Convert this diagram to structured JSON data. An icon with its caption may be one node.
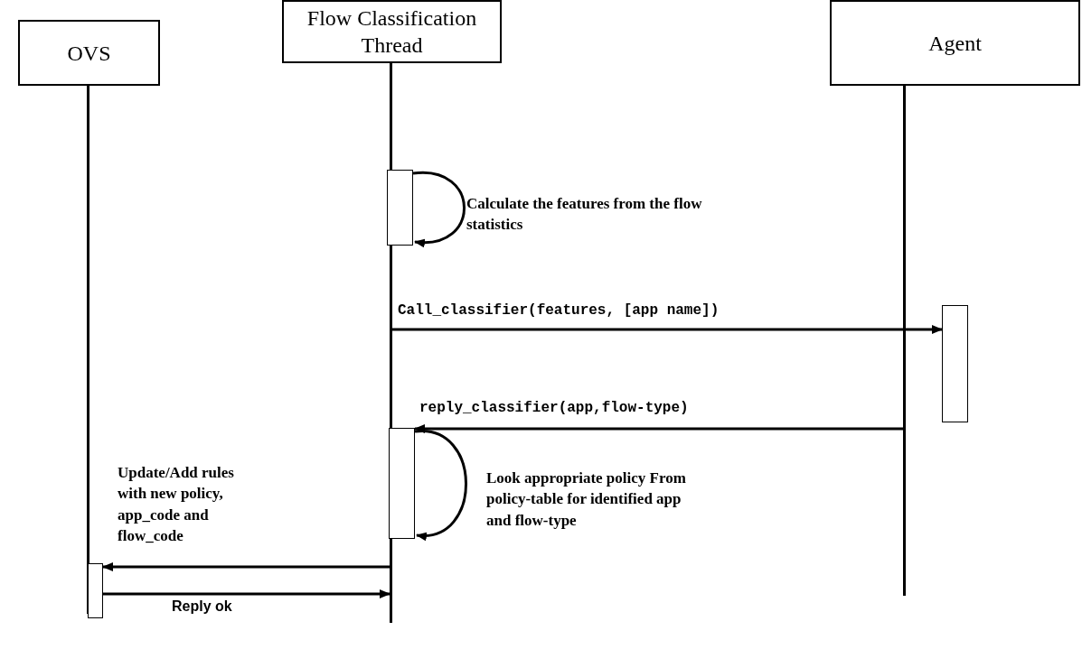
{
  "diagram": {
    "nodes": [
      {
        "text": [
          "OVS"
        ]
      },
      {
        "text": [
          "Flow Classification Thread"
        ]
      },
      {
        "text": [
          "Agent"
        ]
      },
      {
        "text": [],
        "shape": "line"
      },
      {
        "text": [],
        "shape": "line"
      },
      {
        "text": [],
        "shape": "line"
      },
      {
        "text": [],
        "shape": "box"
      },
      {
        "text": [],
        "shape": "box"
      },
      {
        "text": [],
        "shape": "box"
      },
      {
        "text": [],
        "shape": "box"
      }
    ],
    "edges": [
      {
        "from": 6,
        "to": 6,
        "arrow": "to",
        "label": "Calculate the features from the flow statistics"
      },
      {
        "from": 4,
        "to": 7,
        "arrow": "to",
        "label": "Call_classifier(features, [app name])"
      },
      {
        "from": 5,
        "to": 8,
        "arrow": "to",
        "label": "reply_classifier(app,flow-type)"
      },
      {
        "from": 8,
        "to": 8,
        "arrow": "to",
        "label": "Look appropriate policy From policy-table for identified app and flow-type"
      },
      {
        "from": 4,
        "to": 9,
        "arrow": "to",
        "label": "Update/Add rules with new policy, app_code and flow_code"
      },
      {
        "from": 9,
        "to": 4,
        "arrow": "to",
        "label": "Reply ok"
      }
    ]
  }
}
